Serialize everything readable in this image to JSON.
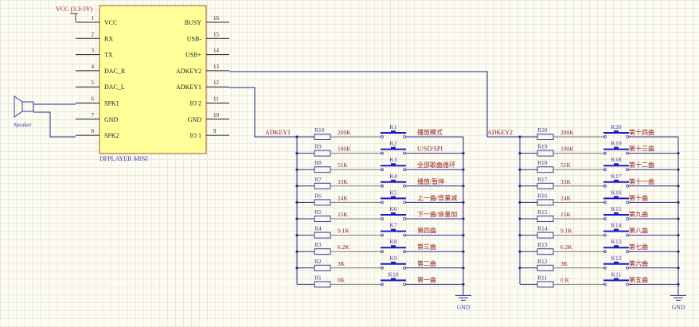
{
  "colors": {
    "wire": "#2a2a8a",
    "pin": "#222222",
    "chip_fill": "#ffff99",
    "chip_border": "#a0522d",
    "label_red": "#8b1a1a",
    "part_blue": "#3a3a9a",
    "switch_blue": "#1c1cc8",
    "grid": "#ece9dc",
    "background": "#fdfcf3"
  },
  "power": {
    "label": "VCC (3.3-5V)"
  },
  "chip": {
    "name": "DFPLAYER MINI",
    "left_pins": [
      {
        "num": "1",
        "name": "VCC"
      },
      {
        "num": "2",
        "name": "RX"
      },
      {
        "num": "3",
        "name": "TX"
      },
      {
        "num": "4",
        "name": "DAC_R"
      },
      {
        "num": "5",
        "name": "DAC_L"
      },
      {
        "num": "6",
        "name": "SPK1"
      },
      {
        "num": "7",
        "name": "GND"
      },
      {
        "num": "8",
        "name": "SPK2"
      }
    ],
    "right_pins": [
      {
        "num": "16",
        "name": "BUSY"
      },
      {
        "num": "15",
        "name": "USB-"
      },
      {
        "num": "14",
        "name": "USB+"
      },
      {
        "num": "13",
        "name": "ADKEY2"
      },
      {
        "num": "12",
        "name": "ADKEY1"
      },
      {
        "num": "11",
        "name": "IO 2"
      },
      {
        "num": "10",
        "name": "GND"
      },
      {
        "num": "9",
        "name": "IO 1"
      }
    ]
  },
  "speaker": {
    "label": "Speaker"
  },
  "networks": [
    {
      "net_label": "ADKEY1",
      "ground_label": "GND",
      "rows": [
        {
          "res": "R10",
          "value": "200K",
          "key": "K1",
          "func": "播放模式"
        },
        {
          "res": "R9",
          "value": "100K",
          "key": "K2",
          "func": "U/SD/SPI"
        },
        {
          "res": "R8",
          "value": "51K",
          "key": "K3",
          "func": "全部歌曲循环"
        },
        {
          "res": "R7",
          "value": "33K",
          "key": "K4",
          "func": "播放/暂停"
        },
        {
          "res": "R6",
          "value": "24K",
          "key": "K5",
          "func": "上一曲/音量减"
        },
        {
          "res": "R5",
          "value": "15K",
          "key": "K6",
          "func": "下一曲/音量加"
        },
        {
          "res": "R4",
          "value": "9.1K",
          "key": "K7",
          "func": "第四曲"
        },
        {
          "res": "R3",
          "value": "6.2K",
          "key": "K8",
          "func": "第三曲"
        },
        {
          "res": "R2",
          "value": "3K",
          "key": "K9",
          "func": "第二曲"
        },
        {
          "res": "R1",
          "value": "0K",
          "key": "K10",
          "func": "第一曲"
        }
      ]
    },
    {
      "net_label": "ADKEY2",
      "ground_label": "GND",
      "rows": [
        {
          "res": "R20",
          "value": "200K",
          "key": "K20",
          "func": "第十四曲"
        },
        {
          "res": "R19",
          "value": "100K",
          "key": "K19",
          "func": "第十三曲"
        },
        {
          "res": "R18",
          "value": "51K",
          "key": "K18",
          "func": "第十二曲"
        },
        {
          "res": "R17",
          "value": "33K",
          "key": "K17",
          "func": "第十一曲"
        },
        {
          "res": "R16",
          "value": "24K",
          "key": "K16",
          "func": "第十曲"
        },
        {
          "res": "R15",
          "value": "15K",
          "key": "K15",
          "func": "第九曲"
        },
        {
          "res": "R14",
          "value": "9.1K",
          "key": "K14",
          "func": "第八曲"
        },
        {
          "res": "R13",
          "value": "6.2K",
          "key": "K13",
          "func": "第七曲"
        },
        {
          "res": "R12",
          "value": "3K",
          "key": "K12",
          "func": "第六曲"
        },
        {
          "res": "R11",
          "value": "0 K",
          "key": "K11",
          "func": "第五曲"
        }
      ]
    }
  ]
}
